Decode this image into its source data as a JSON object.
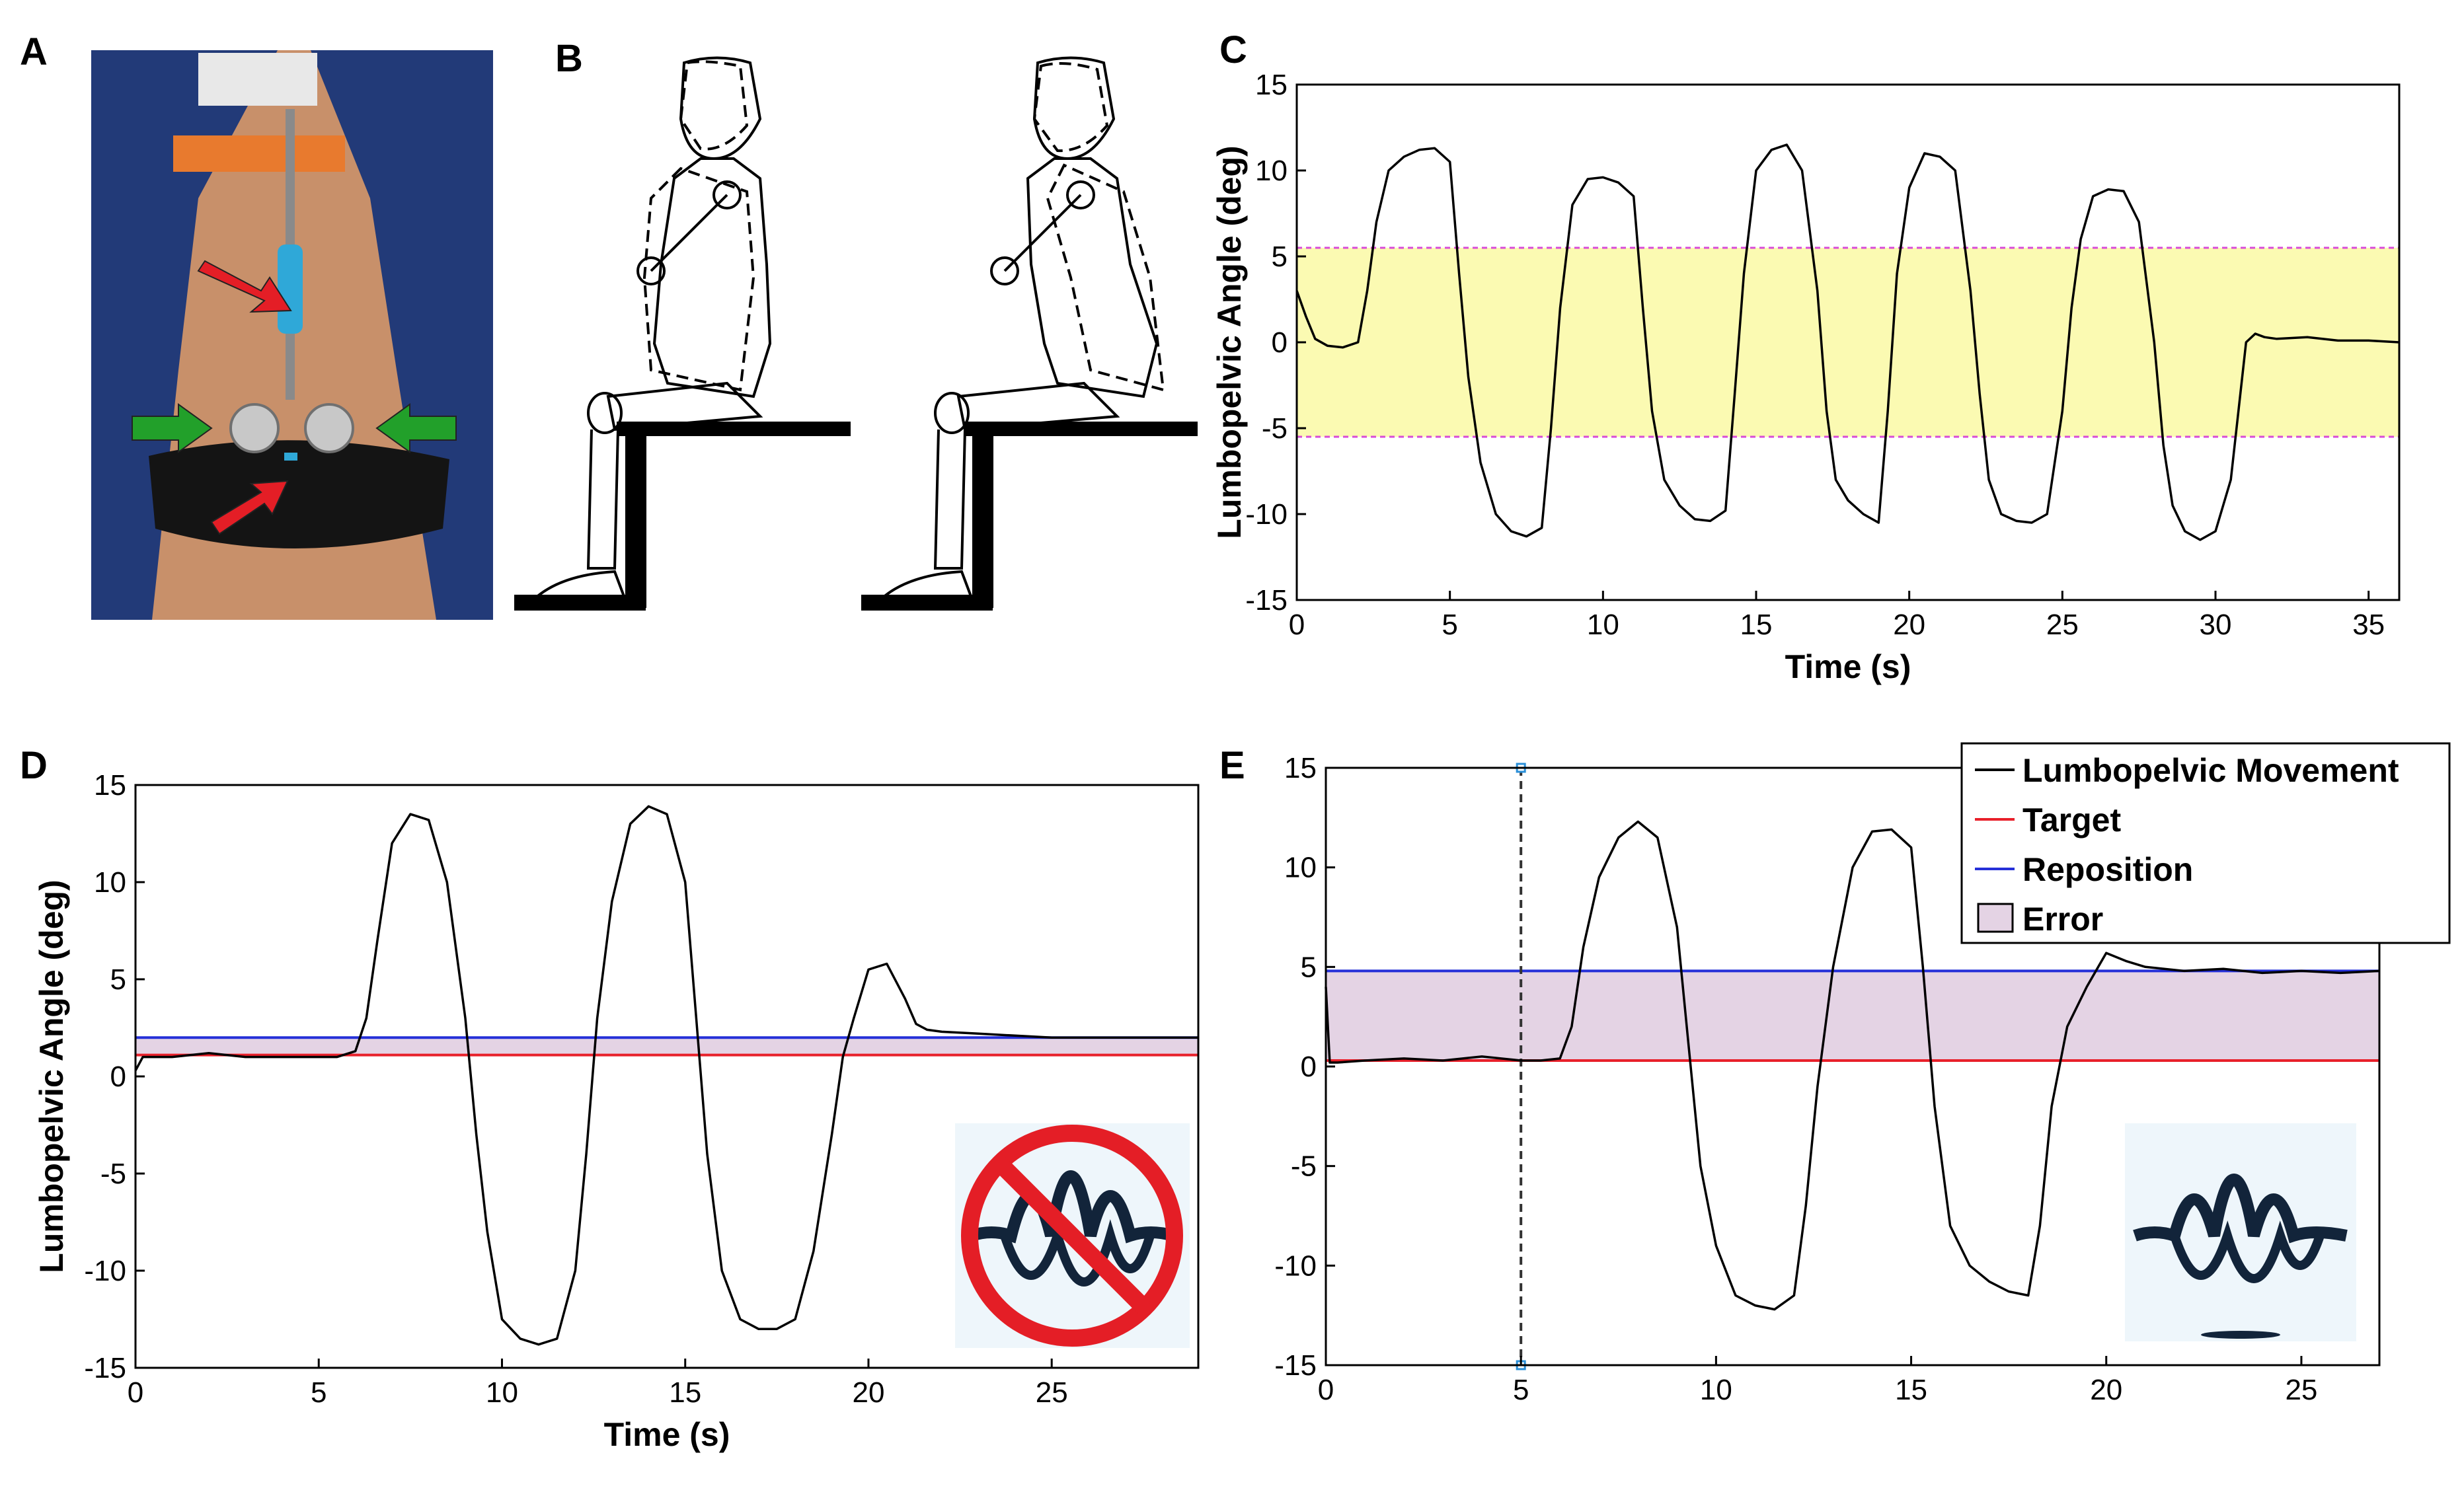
{
  "panels": {
    "a": {
      "letter": "A"
    },
    "b": {
      "letter": "B"
    },
    "c": {
      "letter": "C"
    },
    "d": {
      "letter": "D"
    },
    "e": {
      "letter": "E"
    }
  },
  "colors": {
    "trace": "#000000",
    "target": "#e8202a",
    "reposition": "#2530d8",
    "error_fill": "#e4d3e4",
    "band_fill": "#fbfab2",
    "band_line": "#d84bd8",
    "arrow_red": "#e41e26",
    "arrow_green": "#22a02a",
    "jacket": "#223a78",
    "skin": "#c8906a"
  },
  "chart_data": [
    {
      "panel": "C",
      "type": "line",
      "xlabel": "Time (s)",
      "ylabel": "Lumbopelvic Angle (deg)",
      "xlim": [
        0,
        36
      ],
      "ylim": [
        -15,
        15
      ],
      "xticks": [
        0,
        5,
        10,
        15,
        20,
        25,
        30,
        35
      ],
      "yticks": [
        -15,
        -10,
        -5,
        0,
        5,
        10,
        15
      ],
      "band": {
        "lower": -5.5,
        "upper": 5.5
      },
      "series": [
        {
          "x": [
            0,
            0.3,
            0.6,
            1,
            1.5,
            2,
            2.3,
            2.6,
            3,
            3.5,
            4,
            4.5,
            5,
            5.3,
            5.6,
            6,
            6.5,
            7,
            7.5,
            8,
            8.3,
            8.6,
            9,
            9.5,
            10,
            10.5,
            11,
            11.3,
            11.6,
            12,
            12.5,
            13,
            13.5,
            14,
            14.3,
            14.6,
            15,
            15.5,
            16,
            16.5,
            17,
            17.3,
            17.6,
            18,
            18.5,
            19,
            19.3,
            19.6,
            20,
            20.5,
            21,
            21.5,
            22,
            22.3,
            22.6,
            23,
            23.5,
            24,
            24.5,
            25,
            25.3,
            25.6,
            26,
            26.5,
            27,
            27.5,
            28,
            28.3,
            28.6,
            29,
            29.5,
            30,
            30.5,
            31,
            31.3,
            31.6,
            32,
            33,
            34,
            35,
            36
          ],
          "y": [
            3,
            1.5,
            0.2,
            -0.2,
            -0.3,
            0,
            3,
            7,
            10,
            10.8,
            11.2,
            11.3,
            10.5,
            4,
            -2,
            -7,
            -10,
            -11,
            -11.3,
            -10.8,
            -5,
            2,
            8,
            9.5,
            9.6,
            9.3,
            8.5,
            2,
            -4,
            -8,
            -9.5,
            -10.3,
            -10.4,
            -9.8,
            -3,
            4,
            10,
            11.2,
            11.5,
            10,
            3,
            -4,
            -8,
            -9.2,
            -10,
            -10.5,
            -4,
            4,
            9,
            11,
            10.8,
            10,
            3,
            -3,
            -8,
            -10,
            -10.4,
            -10.5,
            -10,
            -4,
            2,
            6,
            8.5,
            8.9,
            8.8,
            7,
            0,
            -6,
            -9.5,
            -11,
            -11.5,
            -11,
            -8,
            0,
            0.5,
            0.3,
            0.2,
            0.3,
            0.1,
            0.1,
            0
          ]
        }
      ]
    },
    {
      "panel": "D",
      "type": "line",
      "xlabel": "Time (s)",
      "ylabel": "Lumbopelvic Angle (deg)",
      "xlim": [
        0,
        29
      ],
      "ylim": [
        -15,
        15
      ],
      "xticks": [
        0,
        5,
        10,
        15,
        20,
        25
      ],
      "yticks": [
        -15,
        -10,
        -5,
        0,
        5,
        10,
        15
      ],
      "target": 1.1,
      "reposition": 2.0,
      "series": [
        {
          "x": [
            0,
            0.2,
            1,
            2,
            3,
            4,
            5,
            5.5,
            6,
            6.3,
            6.6,
            7,
            7.5,
            8,
            8.5,
            9,
            9.3,
            9.6,
            10,
            10.5,
            11,
            11.5,
            12,
            12.3,
            12.6,
            13,
            13.5,
            14,
            14.5,
            15,
            15.3,
            15.6,
            16,
            16.5,
            17,
            17.5,
            18,
            18.5,
            19,
            19.3,
            19.6,
            20,
            20.5,
            21,
            21.3,
            21.6,
            22,
            23,
            24,
            25,
            26,
            27,
            28,
            29
          ],
          "y": [
            0.3,
            1,
            1,
            1.2,
            1,
            1,
            1,
            1,
            1.3,
            3,
            7,
            12,
            13.5,
            13.2,
            10,
            3,
            -3,
            -8,
            -12.5,
            -13.5,
            -13.8,
            -13.5,
            -10,
            -4,
            3,
            9,
            13,
            13.9,
            13.5,
            10,
            3,
            -4,
            -10,
            -12.5,
            -13,
            -13,
            -12.5,
            -9,
            -3,
            1,
            3,
            5.5,
            5.8,
            4,
            2.7,
            2.4,
            2.3,
            2.2,
            2.1,
            2,
            2,
            2,
            2,
            2
          ]
        }
      ]
    },
    {
      "panel": "E",
      "type": "line",
      "xlim": [
        0,
        27
      ],
      "ylim": [
        -15,
        15
      ],
      "xticks": [
        0,
        5,
        10,
        15,
        20,
        25
      ],
      "yticks": [
        -15,
        -10,
        -5,
        0,
        5,
        10,
        15
      ],
      "target": 0.3,
      "reposition": 4.8,
      "vline_x": 5,
      "series": [
        {
          "name": "Lumbopelvic Movement",
          "x": [
            0,
            0.1,
            0.3,
            1,
            2,
            3,
            4,
            5,
            5.5,
            6,
            6.3,
            6.6,
            7,
            7.5,
            8,
            8.5,
            9,
            9.3,
            9.6,
            10,
            10.5,
            11,
            11.5,
            12,
            12.3,
            12.6,
            13,
            13.5,
            14,
            14.5,
            15,
            15.3,
            15.6,
            16,
            16.5,
            17,
            17.5,
            18,
            18.3,
            18.6,
            19,
            19.5,
            20,
            20.5,
            21,
            22,
            23,
            24,
            25,
            26,
            27
          ],
          "y": [
            4,
            0.2,
            0.2,
            0.3,
            0.4,
            0.3,
            0.5,
            0.3,
            0.3,
            0.4,
            2,
            6,
            9.5,
            11.5,
            12.3,
            11.5,
            7,
            1,
            -5,
            -9,
            -11.5,
            -12,
            -12.2,
            -11.5,
            -7,
            -1,
            5,
            10,
            11.8,
            11.9,
            11,
            5,
            -2,
            -8,
            -10,
            -10.8,
            -11.3,
            -11.5,
            -8,
            -2,
            2,
            4,
            5.7,
            5.3,
            5,
            4.8,
            4.9,
            4.7,
            4.8,
            4.7,
            4.8
          ]
        }
      ],
      "legend": [
        {
          "label": "Lumbopelvic Movement"
        },
        {
          "label": "Target"
        },
        {
          "label": "Reposition"
        },
        {
          "label": "Error"
        }
      ]
    }
  ]
}
